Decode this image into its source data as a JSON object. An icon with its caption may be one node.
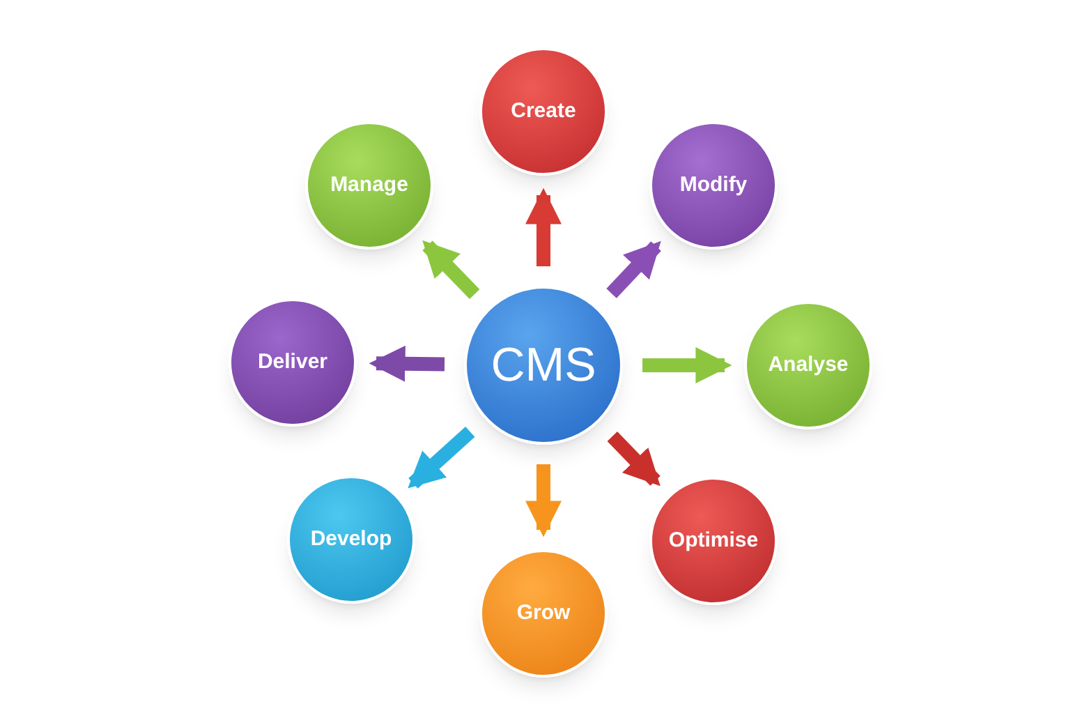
{
  "diagram": {
    "nodes": [
      {
        "text": [
          "CMS"
        ]
      },
      {
        "text": [
          "Create"
        ]
      },
      {
        "text": [
          "Modify"
        ]
      },
      {
        "text": [
          "Analyse"
        ]
      },
      {
        "text": [
          "Optimise"
        ]
      },
      {
        "text": [
          "Grow"
        ]
      },
      {
        "text": [
          "Develop"
        ]
      },
      {
        "text": [
          "Deliver"
        ]
      },
      {
        "text": [
          "Manage"
        ]
      }
    ],
    "edges": [
      {
        "from": 0,
        "to": 1,
        "arrow": "to",
        "color": "#d83a34"
      },
      {
        "from": 0,
        "to": 2,
        "arrow": "to",
        "color": "#8a4fb5"
      },
      {
        "from": 0,
        "to": 3,
        "arrow": "to",
        "color": "#8cc63f"
      },
      {
        "from": 0,
        "to": 4,
        "arrow": "to",
        "color": "#c9302c"
      },
      {
        "from": 0,
        "to": 5,
        "arrow": "to",
        "color": "#f7941d"
      },
      {
        "from": 0,
        "to": 6,
        "arrow": "to",
        "color": "#2ab0e0"
      },
      {
        "from": 0,
        "to": 7,
        "arrow": "to",
        "color": "#7e4aa8"
      },
      {
        "from": 0,
        "to": 8,
        "arrow": "to",
        "color": "#8cc63f"
      }
    ]
  }
}
